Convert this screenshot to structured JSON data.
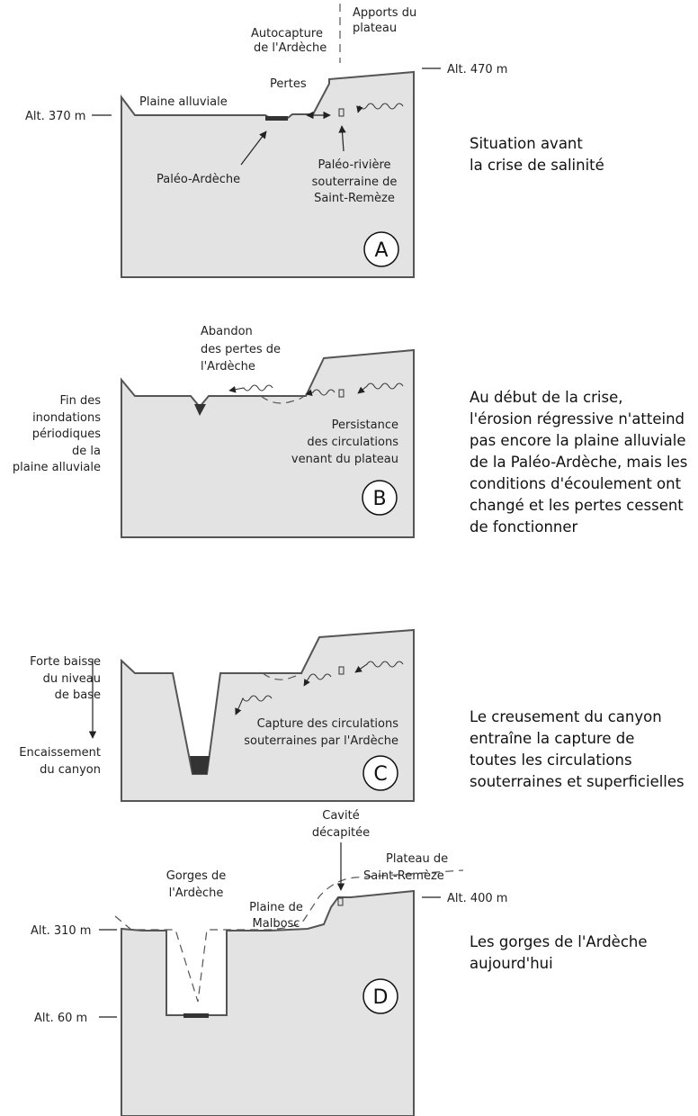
{
  "panel_a": {
    "badge": "A",
    "alt_left": "Alt. 370 m",
    "alt_right": "Alt. 470 m",
    "plaine": "Plaine alluviale",
    "pertes": "Pertes",
    "autocapture": [
      "Autocapture",
      "de l'Ardèche"
    ],
    "apports": [
      "Apports du",
      "plateau"
    ],
    "paleo_ardeche": "Paléo-Ardèche",
    "paleo_riviere": [
      "Paléo-rivière",
      "souterraine de",
      "Saint-Remèze"
    ],
    "caption": [
      "Situation avant",
      "la crise de salinité"
    ]
  },
  "panel_b": {
    "badge": "B",
    "abandon": [
      "Abandon",
      "des pertes de",
      "l'Ardèche"
    ],
    "fin": [
      "Fin des",
      "inondations",
      "périodiques",
      "de la",
      "plaine alluviale"
    ],
    "persistance": [
      "Persistance",
      "des circulations",
      "venant du plateau"
    ],
    "caption": [
      "Au début de la crise,",
      "l'érosion régressive n'atteind",
      "pas encore la plaine alluviale",
      "de la Paléo-Ardèche, mais les",
      "conditions d'écoulement ont",
      "changé et les pertes cessent",
      "de fonctionner"
    ]
  },
  "panel_c": {
    "badge": "C",
    "forte": [
      "Forte baisse",
      "du niveau",
      "de base"
    ],
    "encaissement": [
      "Encaissement",
      "du canyon"
    ],
    "capture": [
      "Capture des circulations",
      "souterraines par l'Ardèche"
    ],
    "caption": [
      "Le creusement du canyon",
      "entraîne la capture de",
      "toutes les circulations",
      "souterraines et superficielles"
    ]
  },
  "panel_d": {
    "badge": "D",
    "cavite": [
      "Cavité",
      "décapitée"
    ],
    "plateau": [
      "Plateau de",
      "Saint-Remèze"
    ],
    "alt_400": "Alt. 400 m",
    "gorges": [
      "Gorges de",
      "l'Ardèche"
    ],
    "malbosc": [
      "Plaine de",
      "Malbosc"
    ],
    "alt_310": "Alt. 310 m",
    "alt_60": "Alt. 60 m",
    "caption": [
      "Les gorges de l'Ardèche",
      "aujourd'hui"
    ]
  }
}
